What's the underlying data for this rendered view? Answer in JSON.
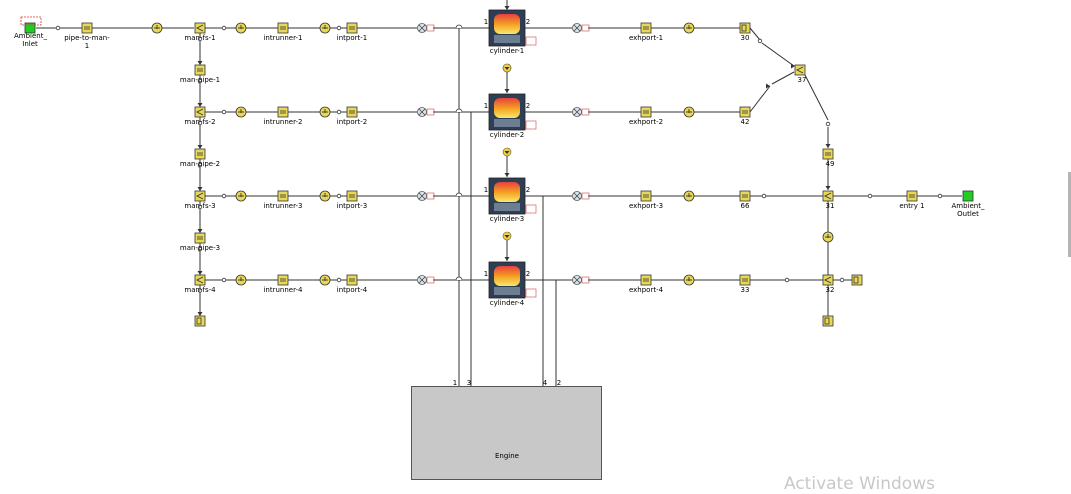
{
  "ambient": {
    "inlet": "Ambient_\nInlet",
    "outlet": "Ambient_\nOutlet"
  },
  "pipe_to_manifold": "pipe-to-man-\n1",
  "manifolds": [
    "man-fs-1",
    "man-fs-2",
    "man-fs-3",
    "man-fs-4"
  ],
  "manifold_pipes": [
    "man-pipe-1",
    "man-pipe-2",
    "man-pipe-3"
  ],
  "intake_runners": [
    "intrunner-1",
    "intrunner-2",
    "intrunner-3",
    "intrunner-4"
  ],
  "intake_ports": [
    "intport-1",
    "intport-2",
    "intport-3",
    "intport-4"
  ],
  "cylinders": [
    "cylinder-1",
    "cylinder-2",
    "cylinder-3",
    "cylinder-4"
  ],
  "exhaust_ports": [
    "exhport-1",
    "exhport-2",
    "exhport-3",
    "exhport-4"
  ],
  "exhaust_nodes": [
    "30",
    "42",
    "66",
    "33",
    "37",
    "49",
    "31",
    "32"
  ],
  "tail_pipe": "entry 1",
  "engine": {
    "label": "Engine",
    "port_numbers": [
      "1",
      "3",
      "4",
      "2"
    ]
  },
  "cylinder_port_numbers": {
    "in": "1",
    "out": "2"
  },
  "colors": {
    "component": "#e8d85a",
    "wire": "#333333",
    "ambient": "#22cc22",
    "engine_bg": "#c8c8c8",
    "cylinder_frame": "#2e3f55"
  },
  "watermark": "Activate Windows"
}
